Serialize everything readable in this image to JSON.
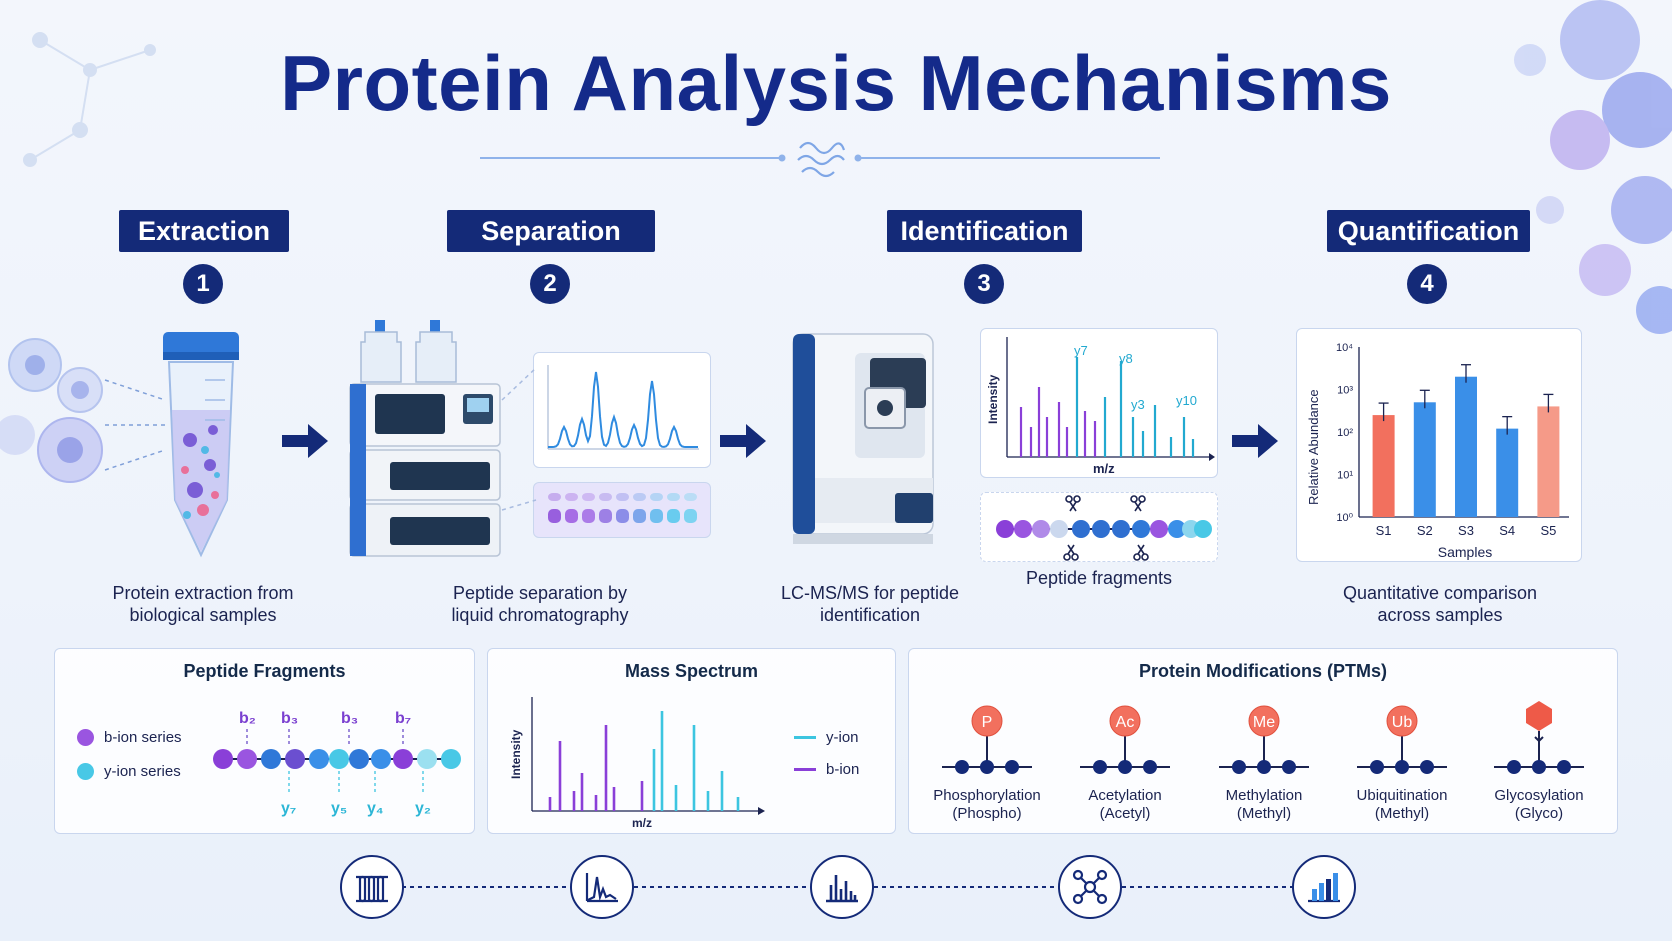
{
  "title": "Protein Analysis Mechanisms",
  "steps": [
    {
      "label": "Extraction",
      "number": "1",
      "caption_l1": "Protein extraction from",
      "caption_l2": "biological samples"
    },
    {
      "label": "Separation",
      "number": "2",
      "caption_l1": "Peptide separation by",
      "caption_l2": "liquid chromatography"
    },
    {
      "label": "Identification",
      "number": "3",
      "caption_l1": "LC-MS/MS for peptide",
      "caption_l2": "identification"
    },
    {
      "label": "Quantification",
      "number": "4",
      "caption_l1": "Quantitative comparison",
      "caption_l2": "across samples"
    }
  ],
  "identification_inset": {
    "spectrum_ylabel": "Intensity",
    "spectrum_xlabel": "m/z",
    "peak_labels": [
      "y7",
      "y8",
      "y3",
      "y10"
    ],
    "fragments_caption": "Peptide fragments"
  },
  "chart_data": {
    "type": "bar",
    "categories": [
      "S1",
      "S2",
      "S3",
      "S4",
      "S5"
    ],
    "values": [
      250,
      500,
      2000,
      120,
      400
    ],
    "colors": [
      "#f2705e",
      "#3a8fe8",
      "#3a8fe8",
      "#3a8fe8",
      "#f59a88"
    ],
    "xlabel": "Samples",
    "ylabel": "Relative Abundance",
    "yscale": "log",
    "ylim": [
      1,
      10000
    ],
    "yticks": [
      "10⁰",
      "10¹",
      "10²",
      "10³",
      "10⁴"
    ]
  },
  "panels": {
    "fragments": {
      "title": "Peptide Fragments",
      "legend_b": "b-ion series",
      "legend_y": "y-ion series",
      "b_labels": [
        "b₂",
        "b₃",
        "b₃",
        "b₇"
      ],
      "y_labels": [
        "y₇",
        "y₅",
        "y₄",
        "y₂"
      ]
    },
    "spectrum": {
      "title": "Mass Spectrum",
      "ylabel": "Intensity",
      "xlabel": "m/z",
      "legend_y": "y-ion",
      "legend_b": "b-ion"
    },
    "ptms": {
      "title": "Protein Modifications (PTMs)",
      "items": [
        {
          "badge": "P",
          "name": "Phosphorylation",
          "short": "(Phospho)",
          "color": "#f2705e"
        },
        {
          "badge": "Ac",
          "name": "Acetylation",
          "short": "(Acetyl)",
          "color": "#f2705e"
        },
        {
          "badge": "Me",
          "name": "Methylation",
          "short": "(Methyl)",
          "color": "#f2705e"
        },
        {
          "badge": "Ub",
          "name": "Ubiquitination",
          "short": "(Methyl)",
          "color": "#f2705e"
        },
        {
          "badge": "",
          "name": "Glycosylation",
          "short": "(Glyco)",
          "color": "#ee5a48"
        }
      ]
    }
  },
  "bottom_icons": [
    "test-tubes-icon",
    "chromatogram-icon",
    "spectrum-icon",
    "network-icon",
    "bar-chart-icon"
  ],
  "colors": {
    "navy": "#142a78",
    "blue": "#3a8fe8",
    "coral": "#f2705e",
    "purple": "#8a3fd8",
    "cyan": "#3cc5e0"
  }
}
